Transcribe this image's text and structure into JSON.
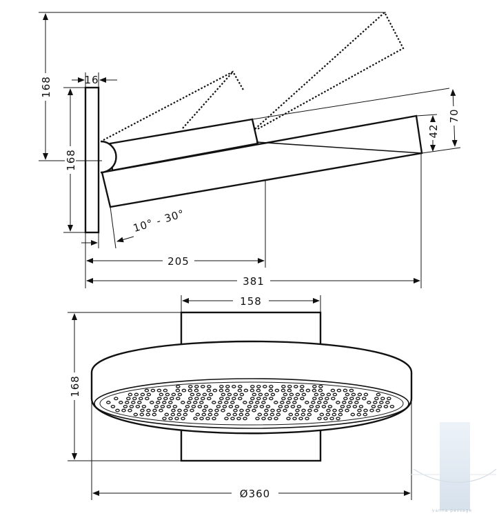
{
  "drawing": {
    "side_view": {
      "dim_total_height_top": "168",
      "dim_wall_plate_height": "168",
      "dim_plate_thickness": "16",
      "dim_angle_range": "10° - 30°",
      "dim_arm_reach": "205",
      "dim_total_reach": "381",
      "dim_head_thickness_small": "42",
      "dim_head_thickness_large": "70"
    },
    "front_view": {
      "dim_plate_width": "158",
      "dim_height": "168",
      "dim_diameter": "Ø360"
    },
    "watermark": {
      "text": "vanna passage"
    }
  }
}
